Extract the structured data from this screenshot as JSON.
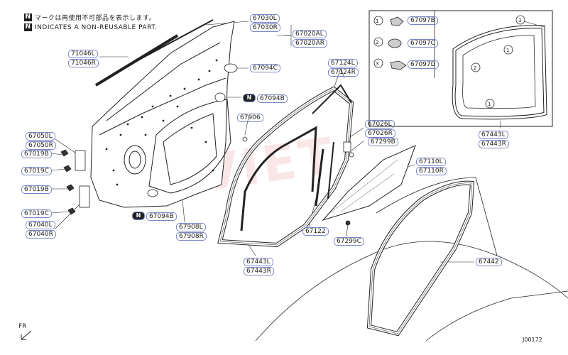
{
  "legend": {
    "jp": "マークは再使用不可部品を表示します。",
    "en": "INDICATES A NON-REUSABLE PART.",
    "marker": "N"
  },
  "orientation": "FR",
  "diagram_code": "J00172",
  "watermark": "AMVIET",
  "callouts": {
    "c1": "1",
    "c2": "2",
    "c3": "3"
  },
  "inset_parts": [
    {
      "num": "1",
      "part": "67097B"
    },
    {
      "num": "2",
      "part": "67097C"
    },
    {
      "num": "3",
      "part": "67097D"
    }
  ],
  "labels": {
    "p67030": [
      "67030L",
      "67030R"
    ],
    "p67020": [
      "67020AL",
      "67020AR"
    ],
    "p71046": [
      "71046L",
      "71046R"
    ],
    "p67094c": "67094C",
    "p67094b_top": "67094B",
    "p67906": "67906",
    "p67050": [
      "67050L",
      "67050R"
    ],
    "p67019b_top": "67019B",
    "p67019c_top": "67019C",
    "p67019b_bot": "67019B",
    "p67019c_bot": "67019C",
    "p67040": [
      "67040L",
      "67040R"
    ],
    "p67094b_bot": "67094B",
    "p67908": [
      "67908L",
      "67908R"
    ],
    "p67124": [
      "67124L",
      "67124R"
    ],
    "p67026": [
      "67026L",
      "67026R"
    ],
    "p67299b": "67299B",
    "p67110": [
      "67110L",
      "67110R"
    ],
    "p67122": "67122",
    "p67299c": "67299C",
    "p67443": [
      "67443L",
      "67443R"
    ],
    "p67443_inset": [
      "67443L",
      "67443R"
    ],
    "p67442": "67442"
  }
}
